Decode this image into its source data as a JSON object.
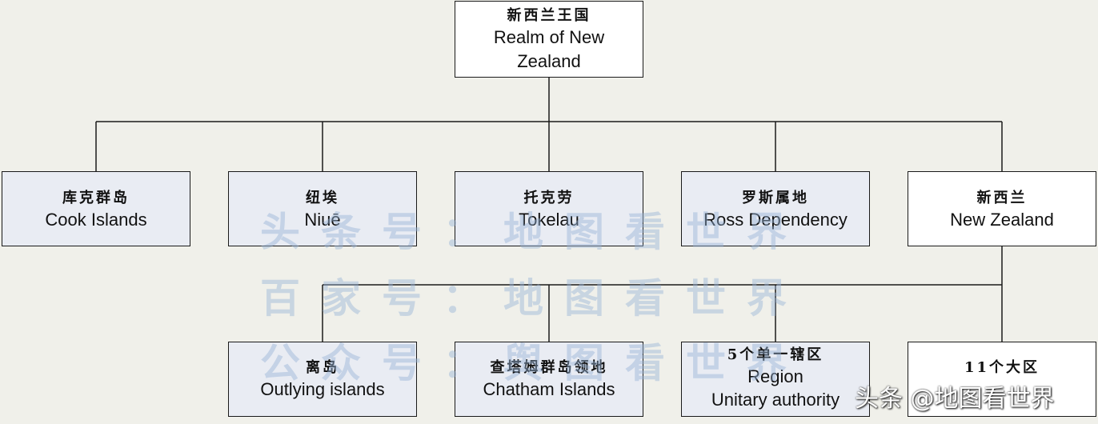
{
  "diagram": {
    "root": {
      "zh": "新西兰王国",
      "en_line1": "Realm of New",
      "en_line2": "Zealand"
    },
    "level1": [
      {
        "zh": "库克群岛",
        "en": "Cook Islands"
      },
      {
        "zh": "纽埃",
        "en": "Niuē"
      },
      {
        "zh": "托克劳",
        "en": "Tokelau"
      },
      {
        "zh": "罗斯属地",
        "en": "Ross Dependency"
      },
      {
        "zh": "新西兰",
        "en": "New Zealand"
      }
    ],
    "level2": [
      {
        "zh": "离岛",
        "en": "Outlying islands"
      },
      {
        "zh": "查塔姆群岛领地",
        "en": "Chatham Islands"
      },
      {
        "zh": "5个单一辖区",
        "en_line1": "Region",
        "en_line2": "Unitary authority"
      },
      {
        "zh": "11个大区"
      }
    ]
  },
  "watermarks": {
    "line1": "头条号：地图看世界",
    "line2": "百家号：地图看世界",
    "line3": "公众号：舆图看世界",
    "corner_logo": "头条 @地图看世界"
  },
  "colors": {
    "background": "#f0f0ea",
    "box_white": "#ffffff",
    "box_tinted": "#e9ecf3",
    "line": "#1a1a1a",
    "watermark": "#96b4d7"
  }
}
